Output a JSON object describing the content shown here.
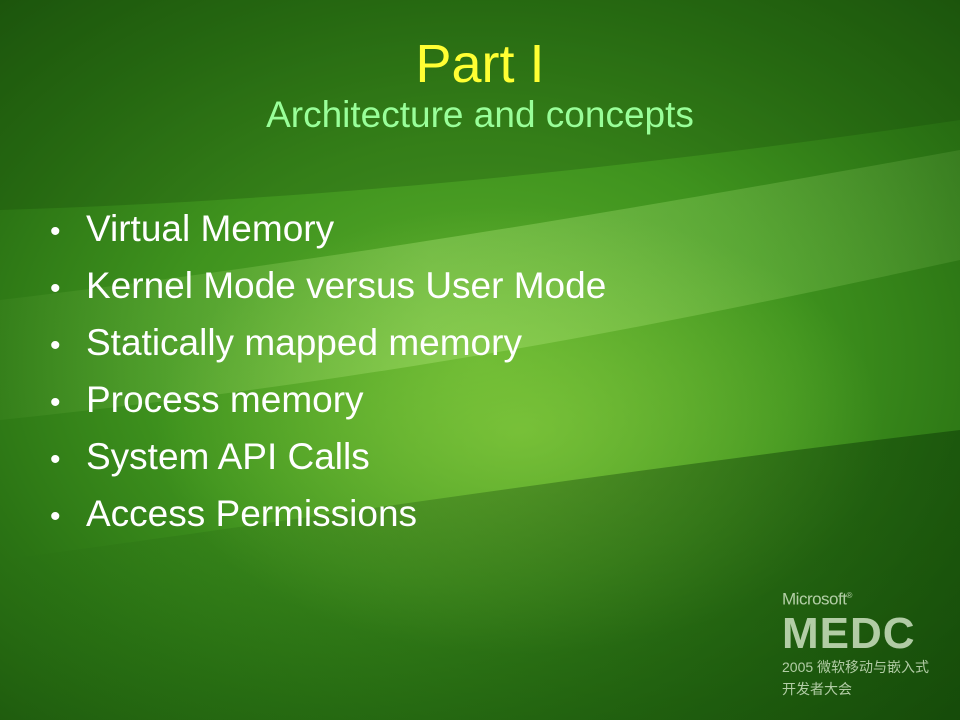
{
  "slide": {
    "title": "Part I",
    "subtitle": "Architecture and concepts",
    "bullet_glyph": "•",
    "bullets": [
      "Virtual Memory",
      "Kernel Mode versus User Mode",
      "Statically mapped memory",
      "Process memory",
      "System API Calls",
      "Access Permissions"
    ]
  },
  "logo": {
    "brand": "Microsoft",
    "registered": "®",
    "name": "MEDC",
    "line1": "2005 微软移动与嵌入式",
    "line2": "开发者大会"
  }
}
